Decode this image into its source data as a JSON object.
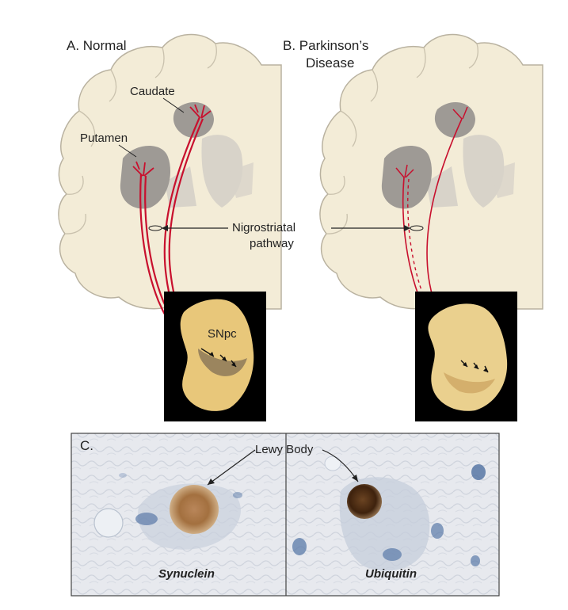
{
  "panels": {
    "a": {
      "title": "A. Normal"
    },
    "b": {
      "title_line1": "B. Parkinson’s",
      "title_line2": "Disease"
    },
    "c": {
      "title": "C."
    }
  },
  "labels": {
    "caudate": "Caudate",
    "putamen": "Putamen",
    "pathway_line1": "Nigrostriatal",
    "pathway_line2": "pathway",
    "snpc": "SNpc",
    "lewy_body": "Lewy Body",
    "synuclein": "Synuclein",
    "ubiquitin": "Ubiquitin"
  },
  "colors": {
    "brain_tissue": "#f3ecd7",
    "brain_outline": "#b9b2a0",
    "striatum": "#9e9a95",
    "ventricle": "#d8d3c9",
    "pathway": "#c8102e",
    "tissue_bg": "#000000",
    "midbrain": "#e8c77a",
    "lewy_synuclein": "#8a5a2b",
    "lewy_ubiquitin": "#4a2a12",
    "stain_blue": "#5a79a8"
  }
}
